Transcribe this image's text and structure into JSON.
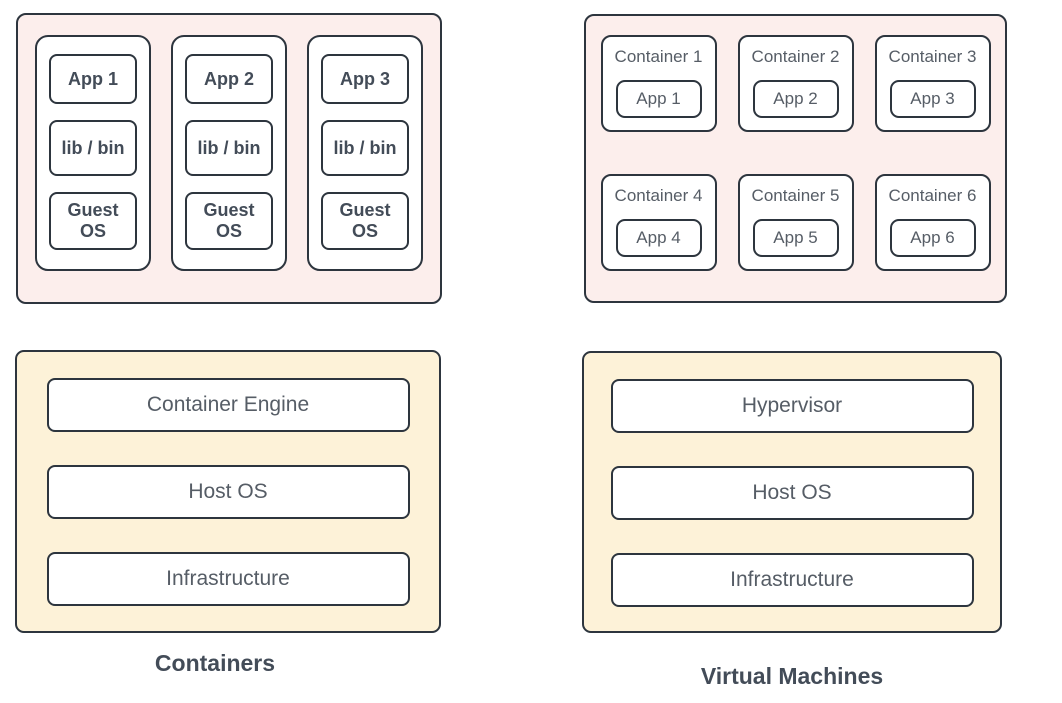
{
  "left": {
    "caption": "Containers",
    "stacks": [
      {
        "app": "App 1",
        "lib": "lib / bin",
        "os": "Guest OS"
      },
      {
        "app": "App 2",
        "lib": "lib / bin",
        "os": "Guest OS"
      },
      {
        "app": "App 3",
        "lib": "lib / bin",
        "os": "Guest OS"
      }
    ],
    "layers": [
      "Container Engine",
      "Host OS",
      "Infrastructure"
    ]
  },
  "right": {
    "caption": "Virtual Machines",
    "containers": [
      {
        "title": "Container 1",
        "app": "App 1"
      },
      {
        "title": "Container 2",
        "app": "App 2"
      },
      {
        "title": "Container 3",
        "app": "App 3"
      },
      {
        "title": "Container 4",
        "app": "App 4"
      },
      {
        "title": "Container 5",
        "app": "App 5"
      },
      {
        "title": "Container 6",
        "app": "App 6"
      }
    ],
    "layers": [
      "Hypervisor",
      "Host OS",
      "Infrastructure"
    ]
  },
  "colors": {
    "stroke": "#2d353e",
    "pink_fill": "#fceeec",
    "cream_fill": "#fdf2d8",
    "bold_text": "#434c58",
    "gray_text": "#565d66"
  }
}
